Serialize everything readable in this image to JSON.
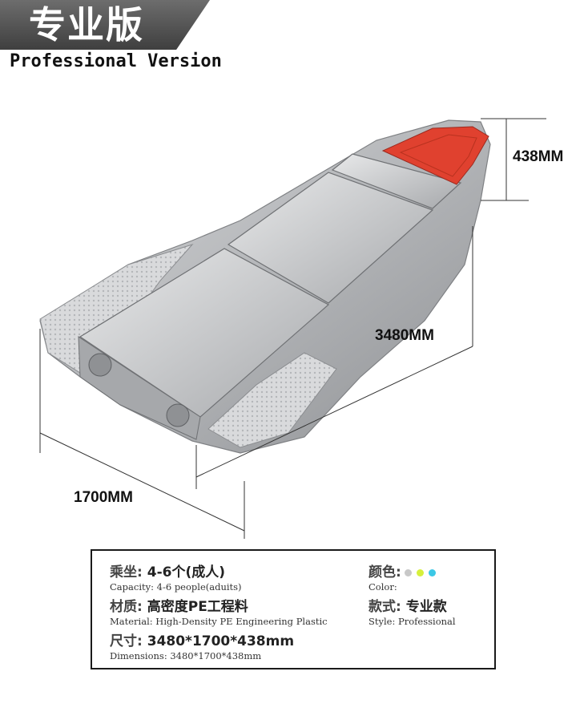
{
  "header": {
    "title_cn": "专业版",
    "title_en": "Professional Version"
  },
  "dimensions": {
    "height": "438MM",
    "length": "3480MM",
    "width": "1700MM"
  },
  "specs": {
    "capacity_label": "乘坐:",
    "capacity_value": "4-6个(成人)",
    "capacity_en": "Capacity: 4-6 people(aduits)",
    "material_label": "材质:",
    "material_value": "高密度PE工程料",
    "material_en": "Material: High-Density PE Engineering Plastic",
    "size_label": "尺寸:",
    "size_value": "3480*1700*438mm",
    "size_en": "Dimensions: 3480*1700*438mm",
    "color_label": "颜色:",
    "color_en": "Color:",
    "colors": [
      "#c8c8c8",
      "#d6f03c",
      "#3cc8e6"
    ],
    "style_label": "款式:",
    "style_value": "专业款",
    "style_en": "Style: Professional"
  },
  "palette": {
    "hull": "#b9bbbe",
    "seat_pad": "#e0412f"
  }
}
